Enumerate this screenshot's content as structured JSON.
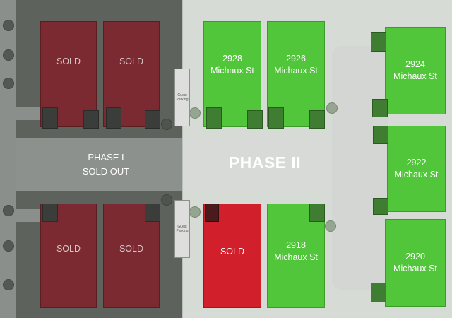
{
  "phase1": {
    "label_line1": "PHASE I",
    "label_line2": "SOLD OUT",
    "lots": [
      "SOLD",
      "SOLD",
      "SOLD",
      "SOLD"
    ],
    "guest_parking_top": "Guest Parking",
    "guest_parking_bottom": "Guest Parking"
  },
  "phase2": {
    "label": "PHASE II",
    "lots": {
      "lot_2928": {
        "number": "2928",
        "street": "Michaux St",
        "status": "available"
      },
      "lot_2926": {
        "number": "2926",
        "street": "Michaux St",
        "status": "available"
      },
      "lot_2924": {
        "number": "2924",
        "street": "Michaux St",
        "status": "available"
      },
      "lot_2922": {
        "number": "2922",
        "street": "Michaux St",
        "status": "available"
      },
      "lot_2920": {
        "number": "2920",
        "street": "Michaux St",
        "status": "available"
      },
      "lot_2918": {
        "number": "2918",
        "street": "Michaux St",
        "status": "available"
      },
      "lot_sold": {
        "label": "SOLD",
        "status": "sold"
      }
    }
  },
  "colors": {
    "available": "#52c63a",
    "sold_phase2": "#d11f2b",
    "sold_phase1": "#7a2a30"
  }
}
